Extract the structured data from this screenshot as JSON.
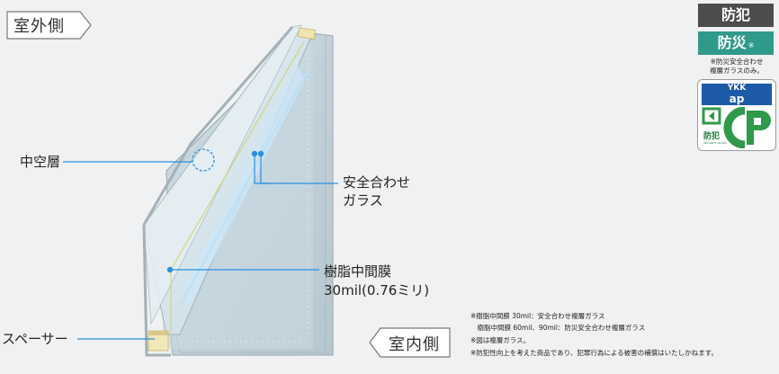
{
  "tags": {
    "outdoor": "室外側",
    "indoor": "室内側"
  },
  "labels": {
    "hollow_layer": "中空層",
    "safety_glass_line1": "安全合わせ",
    "safety_glass_line2": "ガラス",
    "resin_film_line1": "樹脂中間膜",
    "resin_film_line2": "30mil(0.76ミリ)",
    "spacer": "スペーサー"
  },
  "badges": {
    "bouhan": "防犯",
    "bousai": "防災",
    "bousai_mark": "※",
    "bousai_note_line1": "※防災安全合わせ",
    "bousai_note_line2": "複層ガラスのみ。",
    "ykk_line1": "YKK",
    "ykk_line2": "ap",
    "cp_text": "防犯",
    "cp_small": "SECURITY GLASS"
  },
  "notes": [
    "※樹脂中間膜 30mil：安全合わせ複層ガラス",
    "　樹脂中間膜 60mil、90mil：防災安全合わせ複層ガラス",
    "※図は複層ガラス。",
    "※防犯性向上を考えた商品であり、犯罪行為による被害の補償はいたしかねます。"
  ],
  "colors": {
    "ykk_blue": "#1d5aa8",
    "cp_green": "#2f9a4a",
    "bousai_teal": "#2f9a8a",
    "leader_line": "#2a8fe0"
  }
}
